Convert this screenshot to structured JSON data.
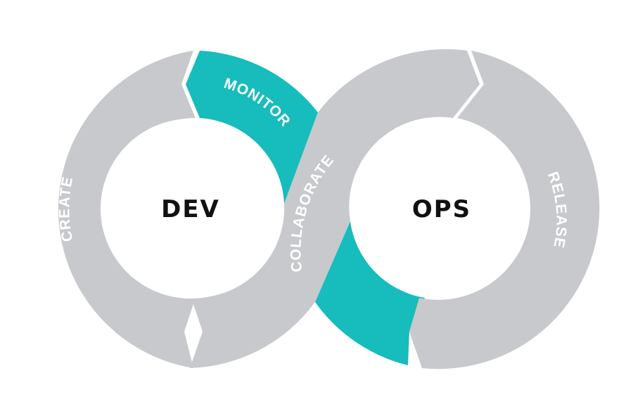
{
  "colors": {
    "segment_gray": "#c7c9cc",
    "segment_teal": "#17bcbd",
    "hub_fill": "#ffffff",
    "hub_text": "#111111",
    "segment_text": "#ffffff"
  },
  "dev": {
    "label": "DEV"
  },
  "ops": {
    "label": "OPS"
  },
  "segments": {
    "create": "CREATE",
    "monitor": "MONITOR",
    "collaborate": "COLLABORATE",
    "release": "RELEASE"
  }
}
